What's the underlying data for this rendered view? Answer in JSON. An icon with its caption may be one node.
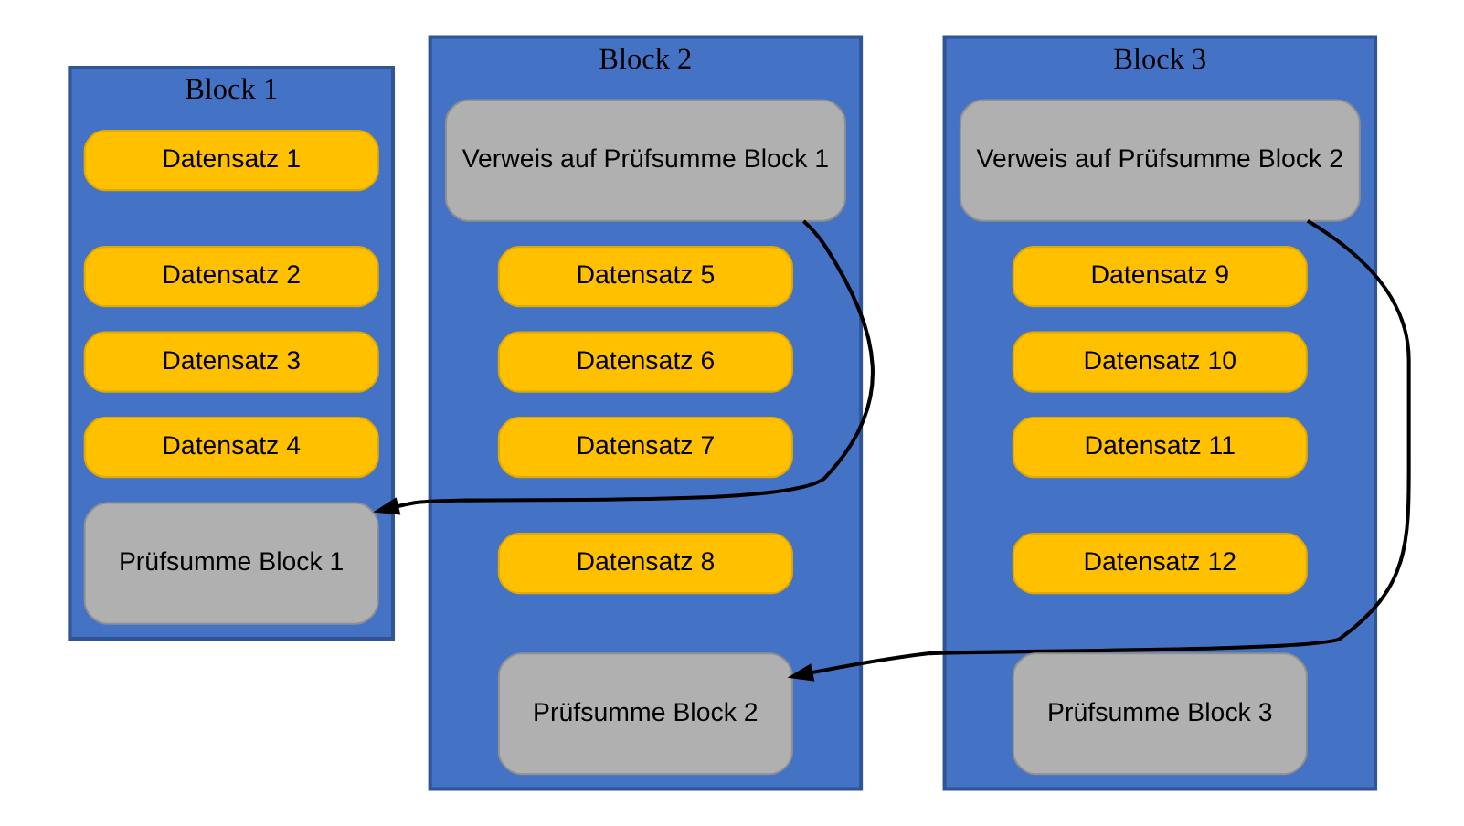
{
  "diagram": {
    "nodes": [
      {
        "text": [
          "Block 1"
        ]
      },
      {
        "text": [
          "Datensatz 1"
        ],
        "in": 0
      },
      {
        "text": [
          "Datensatz 2"
        ],
        "in": 0
      },
      {
        "text": [
          "Datensatz 3"
        ],
        "in": 0
      },
      {
        "text": [
          "Datensatz 4"
        ],
        "in": 0
      },
      {
        "text": [
          "Prüfsumme Block 1"
        ],
        "in": 0
      },
      {
        "text": [
          "Block 2"
        ]
      },
      {
        "text": [
          "Verweis auf Prüfsumme Block 1"
        ],
        "in": 6
      },
      {
        "text": [
          "Datensatz 5"
        ],
        "in": 6
      },
      {
        "text": [
          "Datensatz 6"
        ],
        "in": 6
      },
      {
        "text": [
          "Datensatz 7"
        ],
        "in": 6
      },
      {
        "text": [
          "Datensatz 8"
        ],
        "in": 6
      },
      {
        "text": [
          "Prüfsumme Block 2"
        ],
        "in": 6
      },
      {
        "text": [
          "Block 3"
        ]
      },
      {
        "text": [
          "Verweis auf Prüfsumme Block 2"
        ],
        "in": 13
      },
      {
        "text": [
          "Datensatz 9"
        ],
        "in": 13
      },
      {
        "text": [
          "Datensatz 10"
        ],
        "in": 13
      },
      {
        "text": [
          "Datensatz 11"
        ],
        "in": 13
      },
      {
        "text": [
          "Datensatz 12"
        ],
        "in": 13
      },
      {
        "text": [
          "Prüfsumme Block 3"
        ],
        "in": 13
      }
    ],
    "edges": [
      {
        "from": 7,
        "to": 5,
        "arrow": "to"
      },
      {
        "from": 14,
        "to": 12,
        "arrow": "to"
      }
    ]
  }
}
